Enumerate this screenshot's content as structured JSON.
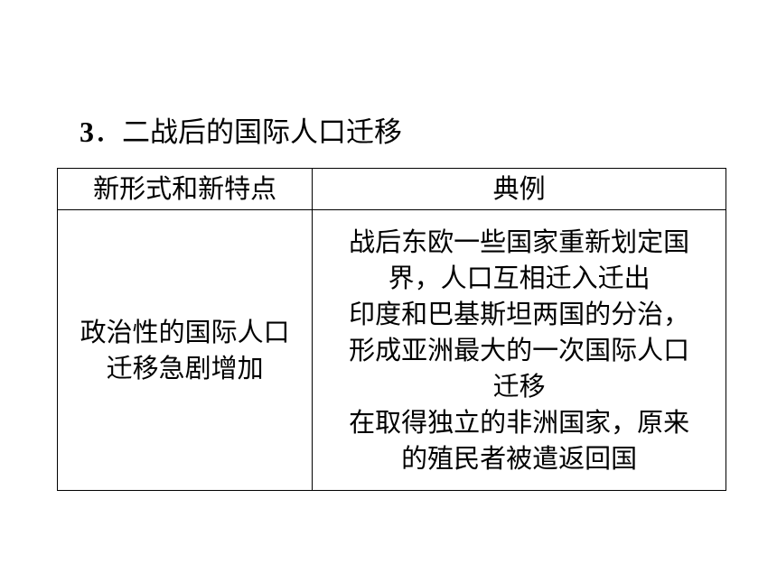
{
  "heading": {
    "number": "3",
    "separator": "．",
    "title": "二战后的国际人口迁移"
  },
  "table": {
    "headers": [
      "新形式和新特点",
      "典例"
    ],
    "row": {
      "form_lines": [
        "政治性的国际人口",
        "迁移急剧增加"
      ],
      "example_lines": [
        "战后东欧一些国家重新划定国",
        "界，人口互相迁入迁出",
        "印度和巴基斯坦两国的分治，",
        "形成亚洲最大的一次国际人口",
        "迁移",
        "在取得独立的非洲国家，原来",
        "的殖民者被遣返回国"
      ]
    }
  }
}
